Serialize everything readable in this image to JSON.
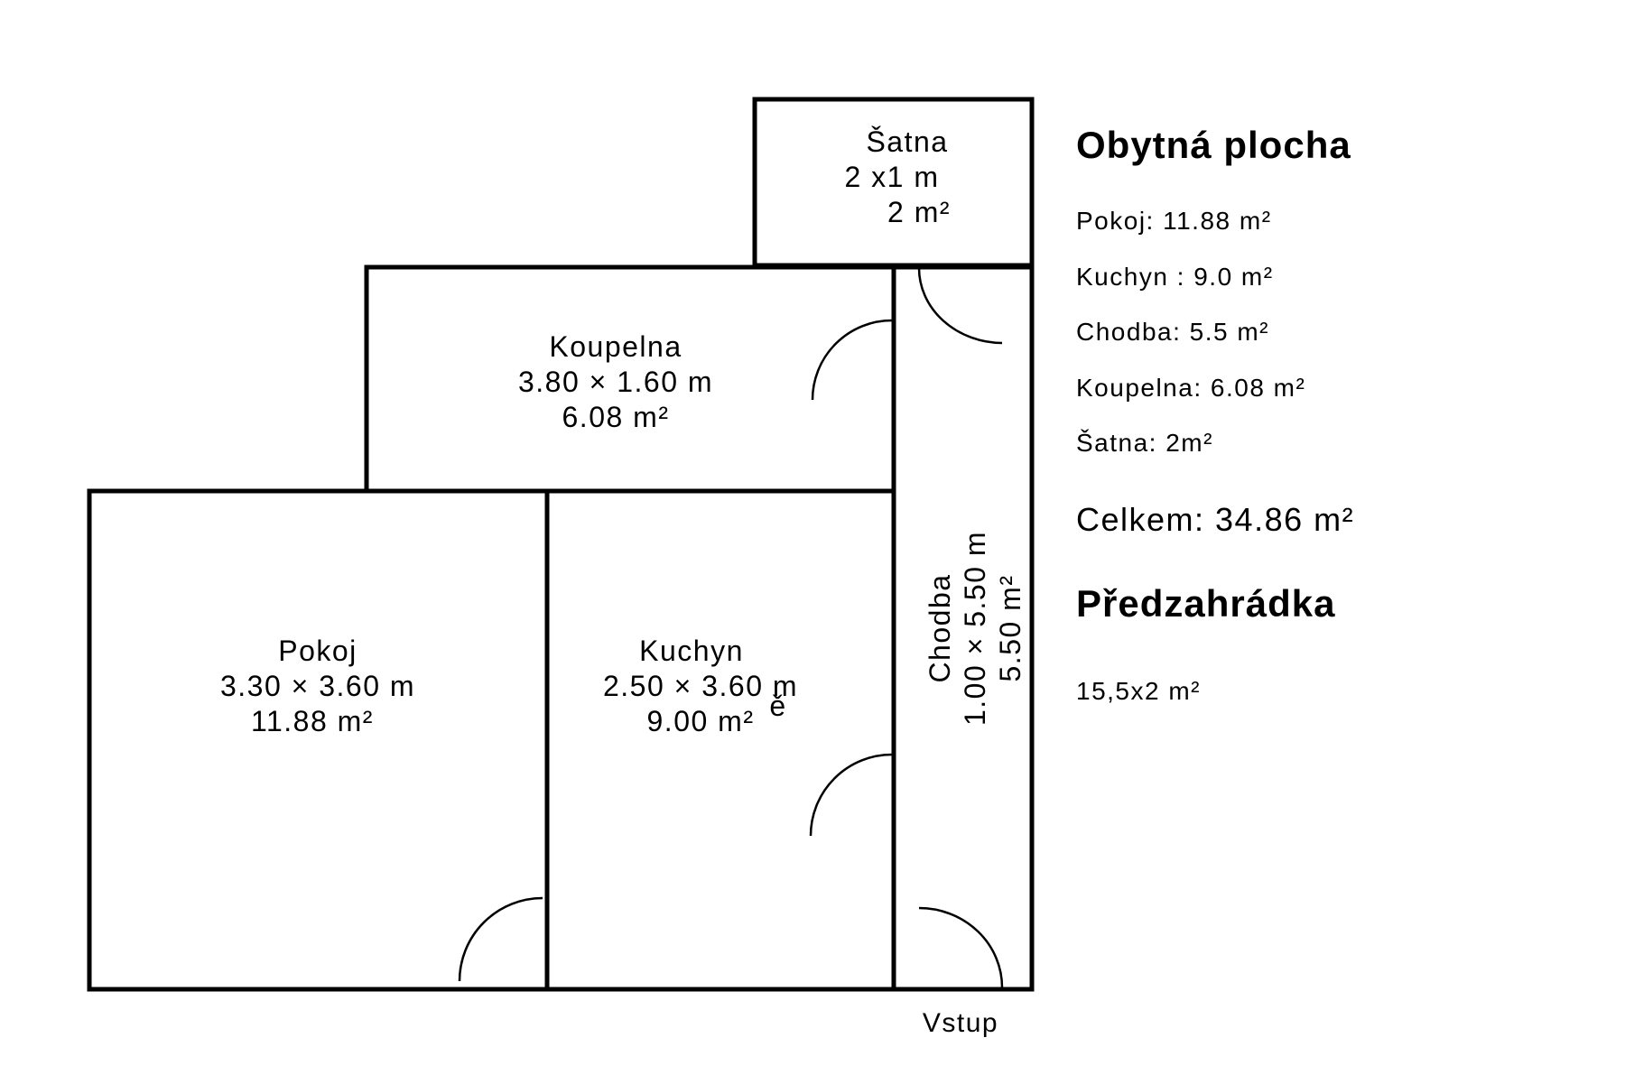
{
  "rooms": {
    "satna": {
      "name": "Šatna",
      "dims": "2 x1 m",
      "area": "2 m²"
    },
    "koupelna": {
      "name": "Koupelna",
      "dims": "3.80 × 1.60 m",
      "area": "6.08 m²"
    },
    "pokoj": {
      "name": "Pokoj",
      "dims": "3.30 × 3.60 m",
      "area": "11.88 m²"
    },
    "kuchyn": {
      "name": "Kuchyn",
      "dims": "2.50 × 3.60 m",
      "area": "9.00 m²",
      "stray_mark": "ě"
    },
    "chodba": {
      "name": "Chodba",
      "dims": "1.00 × 5.50 m",
      "area": "5.50 m²"
    }
  },
  "entrance_label": "Vstup",
  "legend": {
    "title": "Obytná plocha",
    "items": [
      "Pokoj: 11.88 m²",
      "Kuchyn  : 9.0 m²",
      "Chodba: 5.5 m²",
      "Koupelna: 6.08 m²",
      "Šatna: 2m²"
    ],
    "total": "Celkem: 34.86 m²",
    "garden_title": "Předzahrádka",
    "garden_value": "15,5x2 m²"
  },
  "colors": {
    "wall": "#000000",
    "background": "#ffffff"
  }
}
